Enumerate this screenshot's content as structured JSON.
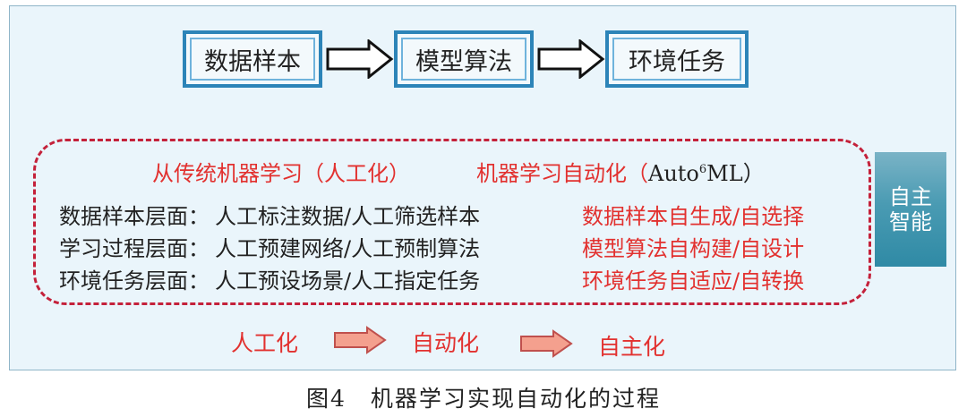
{
  "flow_top": {
    "box1": "数据样本",
    "box2": "模型算法",
    "box3": "环境任务"
  },
  "headers": {
    "left": "从传统机器学习（人工化）",
    "right_prefix": "机器学习自动化（",
    "right_auto": "Auto",
    "right_sup": "6",
    "right_ml": "ML",
    "right_suffix": "）"
  },
  "rows": [
    {
      "label": "数据样本层面：",
      "manual": "人工标注数据/人工筛选样本",
      "auto": "数据样本自生成/自选择"
    },
    {
      "label": "学习过程层面：",
      "manual": "人工预建网络/人工预制算法",
      "auto": "模型算法自构建/自设计"
    },
    {
      "label": "环境任务层面：",
      "manual": "人工预设场景/人工指定任务",
      "auto": "环境任务自适应/自转换"
    }
  ],
  "flow_bottom": {
    "stage1": "人工化",
    "stage2": "自动化",
    "stage3": "自主化"
  },
  "side_label": {
    "line1": "自主",
    "line2": "智能"
  },
  "caption": "图4　机器学习实现自动化的过程",
  "colors": {
    "box_border": "#2c84b8",
    "dashed_border": "#c4213a",
    "red_text": "#e2312f",
    "arrow_fill": "#f4a08e",
    "side_panel": "#4a9bb3"
  }
}
